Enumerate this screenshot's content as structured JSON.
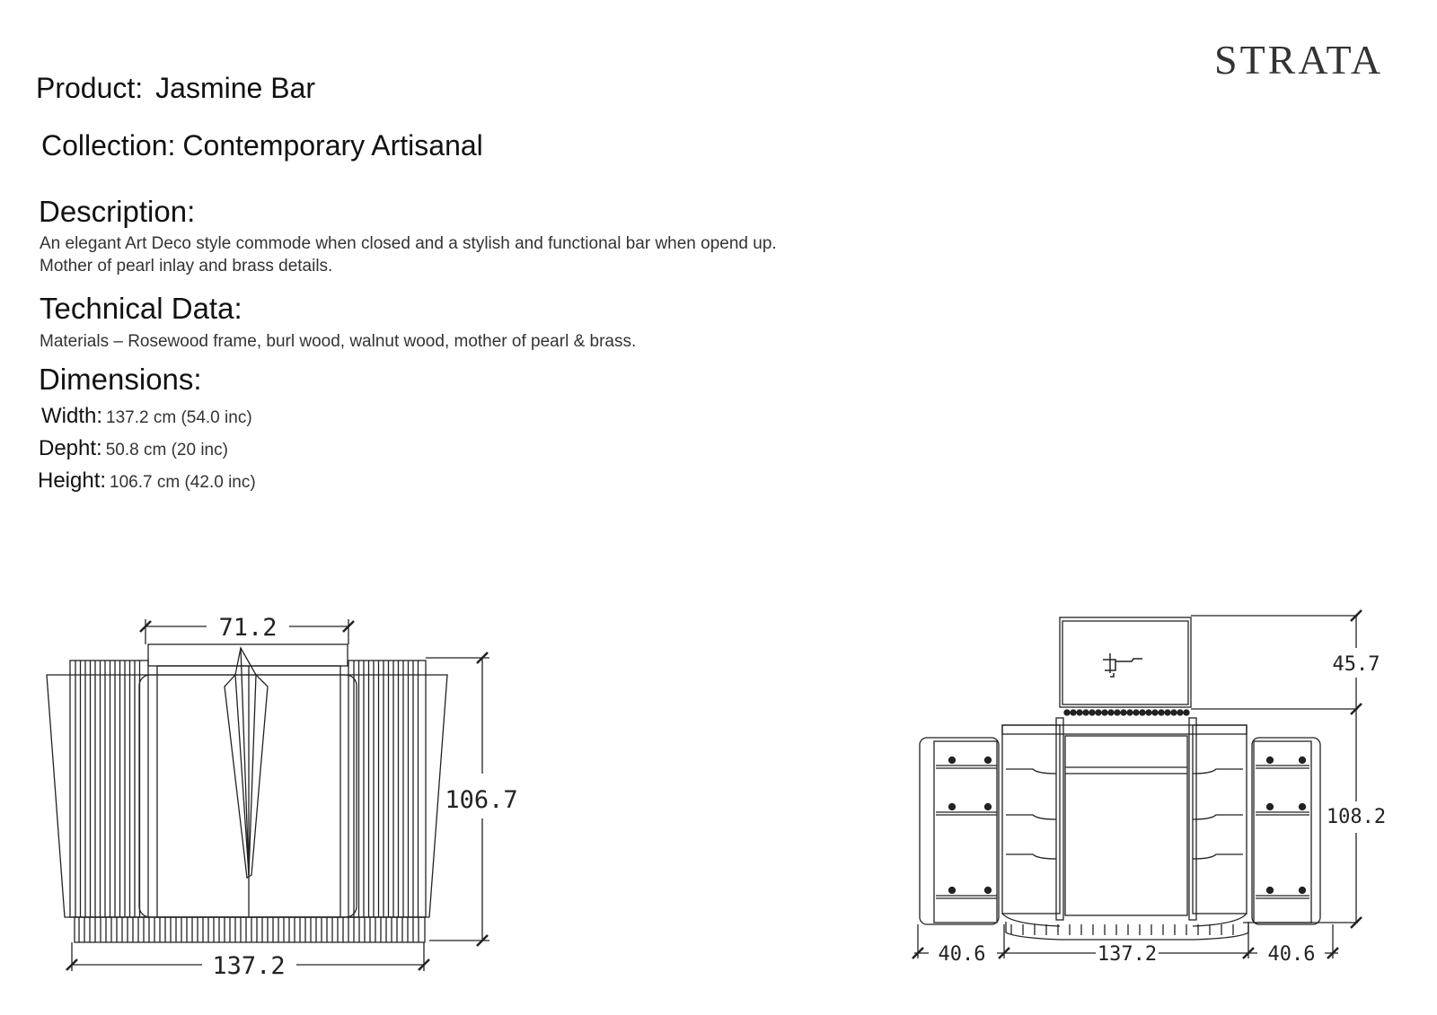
{
  "brand": "STRATA",
  "product": {
    "label": "Product:",
    "value": "Jasmine Bar"
  },
  "collection": {
    "label": "Collection:",
    "value": "Contemporary Artisanal"
  },
  "description": {
    "heading": "Description:",
    "lines": [
      "An elegant Art Deco style commode when closed and a stylish and functional bar when opend up.",
      "Mother of pearl inlay and brass details."
    ]
  },
  "technical": {
    "heading": "Technical Data:",
    "materials": "Materials – Rosewood frame, burl wood, walnut wood, mother of pearl & brass."
  },
  "dimensions": {
    "heading": "Dimensions:",
    "items": [
      {
        "label": "Width:",
        "value": "137.2 cm (54.0 inc)"
      },
      {
        "label": "Depht:",
        "value": "50.8 cm (20 inc)"
      },
      {
        "label": "Height:",
        "value": "106.7 cm (42.0 inc)"
      }
    ]
  },
  "drawing_closed": {
    "top_width": "71.2",
    "height": "106.7",
    "width": "137.2"
  },
  "drawing_open": {
    "top_height": "45.7",
    "body_height": "108.2",
    "left_wing": "40.6",
    "width": "137.2",
    "right_wing": "40.6"
  }
}
